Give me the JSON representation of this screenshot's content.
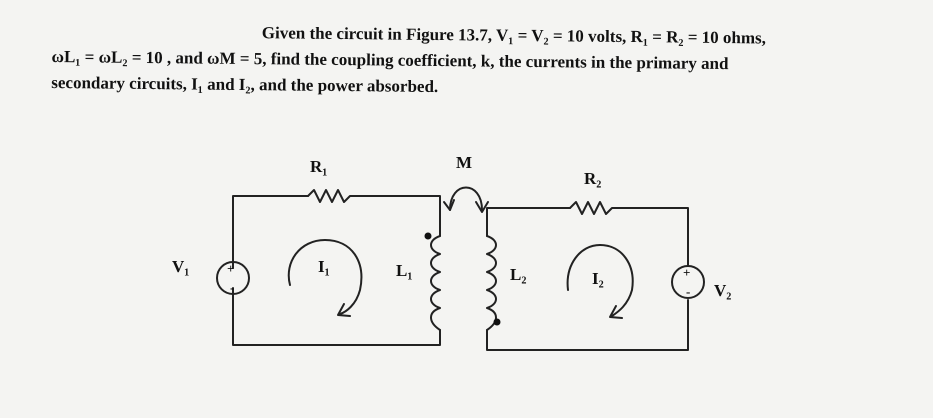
{
  "problem": {
    "line1": "Given the circuit in Figure 13.7, V₁ = V₂ = 10 volts, R₁ = R₂ = 10 ohms,",
    "line2": "ωL₁ = ωL₂ = 10 , and ωM = 5, find the coupling coefficient, k, the currents in the primary and",
    "line3": "secondary circuits, I₁ and I₂, and the power absorbed."
  },
  "circuit": {
    "R1": "R₁",
    "R2": "R₂",
    "M": "M",
    "V1": "V₁",
    "V2": "V₂",
    "L1": "L₁",
    "L2": "L₂",
    "I1": "I₁",
    "I2": "I₂",
    "plus": "+",
    "minus": "-"
  }
}
